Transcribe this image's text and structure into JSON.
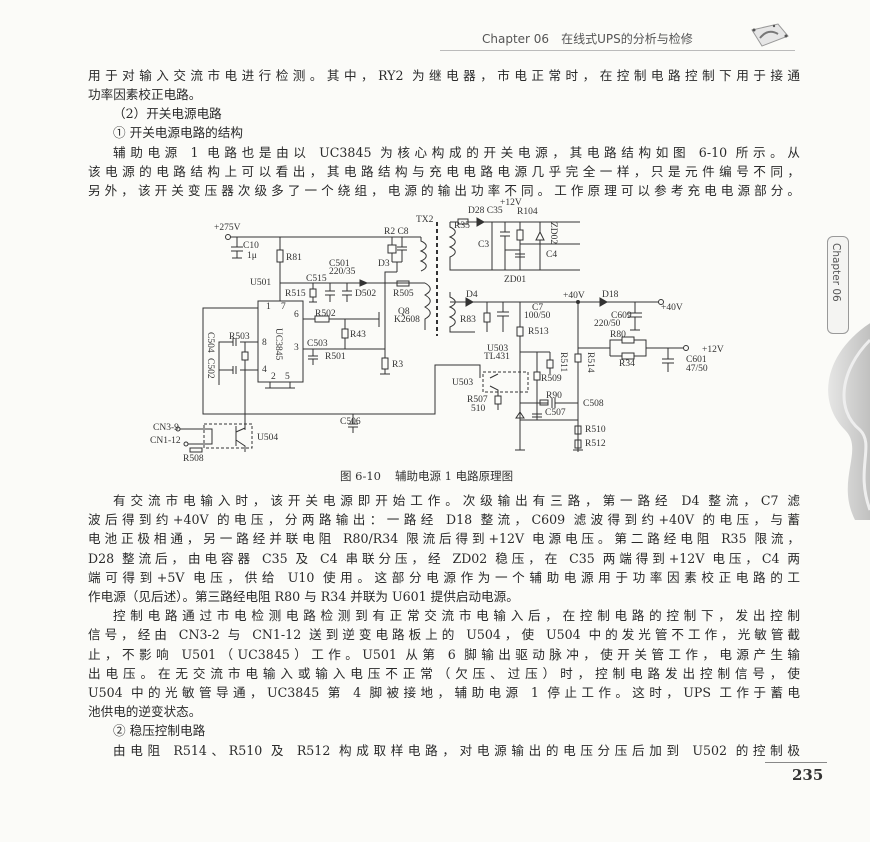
{
  "header": {
    "chapter": "Chapter  06",
    "title": "在线式UPS的分析与检修"
  },
  "side_tab": "Chapter  06",
  "top_text": [
    "用于对输入交流市电进行检测。其中，RY2 为继电器，市电正常时，在控制电路控制下用于接通",
    "功率因素校正电路。",
    "（2）开关电源电路",
    "① 开关电源电路的结构",
    "辅助电源 1 电路也是由以 UC3845 为核心构成的开关电源，其电路结构如图 6-10 所示。从",
    "该电源的电路结构上可以看出，其电路结构与充电电路电源几乎完全一样，只是元件编号不同，",
    "另外，该开关变压器次级多了一个绕组，电源的输出功率不同。工作原理可以参考充电电源部分。"
  ],
  "figure": {
    "caption_num": "图 6-10",
    "caption_text": "辅助电源 1 电路原理图",
    "labels": {
      "v275": "+275V",
      "c10": "C10",
      "c10v": "1μ",
      "r81": "R81",
      "u501": "U501",
      "c501": "C501",
      "c501v": "220/35",
      "c515": "C515",
      "r515": "R515",
      "d502": "D502",
      "r505": "R505",
      "r2c8": "R2 C8",
      "d3": "D3",
      "tx2": "TX2",
      "ic": "UC3845",
      "p1": "1",
      "p7": "7",
      "p6": "6",
      "p8": "8",
      "p3": "3",
      "p4": "4",
      "p2": "2",
      "p5": "5",
      "r502": "R502",
      "q8": "Q8",
      "k2608": "K2608",
      "r43": "R43",
      "c503": "C503",
      "r501": "R501",
      "r3": "R3",
      "r503": "R503",
      "c504": "C504",
      "c502": "C502",
      "c506": "C506",
      "cn3": "CN3-9",
      "cn1": "CN1-12",
      "r508": "R508",
      "u504": "U504",
      "v12a": "+12V",
      "d28c35": "D28 C35",
      "r104": "R104",
      "r35": "R35",
      "zd02": "ZD02",
      "c3": "C3",
      "c4": "C4",
      "zd01": "ZD01",
      "d4": "D4",
      "v40a": "+40V",
      "d18": "D18",
      "v40b": "+40V",
      "c7": "C7",
      "c7v": "100/50",
      "r83": "R83",
      "r513": "R513",
      "c609": "C609",
      "c609v": "220/50",
      "r80": "R80",
      "r34": "R34",
      "v12b": "+12V",
      "c601": "C601",
      "c601v": "47/50",
      "u503": "U503",
      "tl431": "TL431",
      "r511": "R511",
      "r514": "R514",
      "u503b": "U503",
      "r509": "R509",
      "r507": "R507",
      "r507v": "510",
      "r90": "R90",
      "c508": "C508",
      "c507": "C507",
      "r510": "R510",
      "r512": "R512"
    }
  },
  "bottom_text": [
    "有交流市电输入时，该开关电源即开始工作。次级输出有三路，第一路经 D4 整流，C7 滤",
    "波后得到约+40V 的电压，分两路输出：一路经 D18 整流，C609 滤波得到约+40V 的电压，与蓄",
    "电池正极相通，另一路经并联电阻 R80/R34 限流后得到+12V 电源电压。第二路经电阻 R35 限流，",
    "D28 整流后，由电容器 C35 及 C4 串联分压，经 ZD02 稳压，在 C35 两端得到+12V 电压，C4 两",
    "端可得到+5V 电压，供给 U10 使用。这部分电源作为一个辅助电源用于功率因素校正电路的工",
    "作电源（见后述）。第三路经电阻 R80 与 R34 并联为 U601 提供启动电源。",
    "控制电路通过市电检测电路检测到有正常交流市电输入后，在控制电路的控制下，发出控制",
    "信号，经由 CN3-2 与 CN1-12 送到逆变电路板上的 U504，使 U504 中的发光管不工作，光敏管截",
    "止，不影响 U501（UC3845）工作。U501 从第 6 脚输出驱动脉冲，使开关管工作，电源产生输",
    "出电压。在无交流市电输入或输入电压不正常（欠压、过压）时，控制电路发出控制信号，使",
    "U504 中的光敏管导通，UC3845 第 4 脚被接地，辅助电源 1 停止工作。这时，UPS 工作于蓄电",
    "池供电的逆变状态。",
    "② 稳压控制电路",
    "由电阻 R514、R510 及 R512 构成取样电路，对电源输出的电压分压后加到 U502 的控制极"
  ],
  "page_number": "235"
}
